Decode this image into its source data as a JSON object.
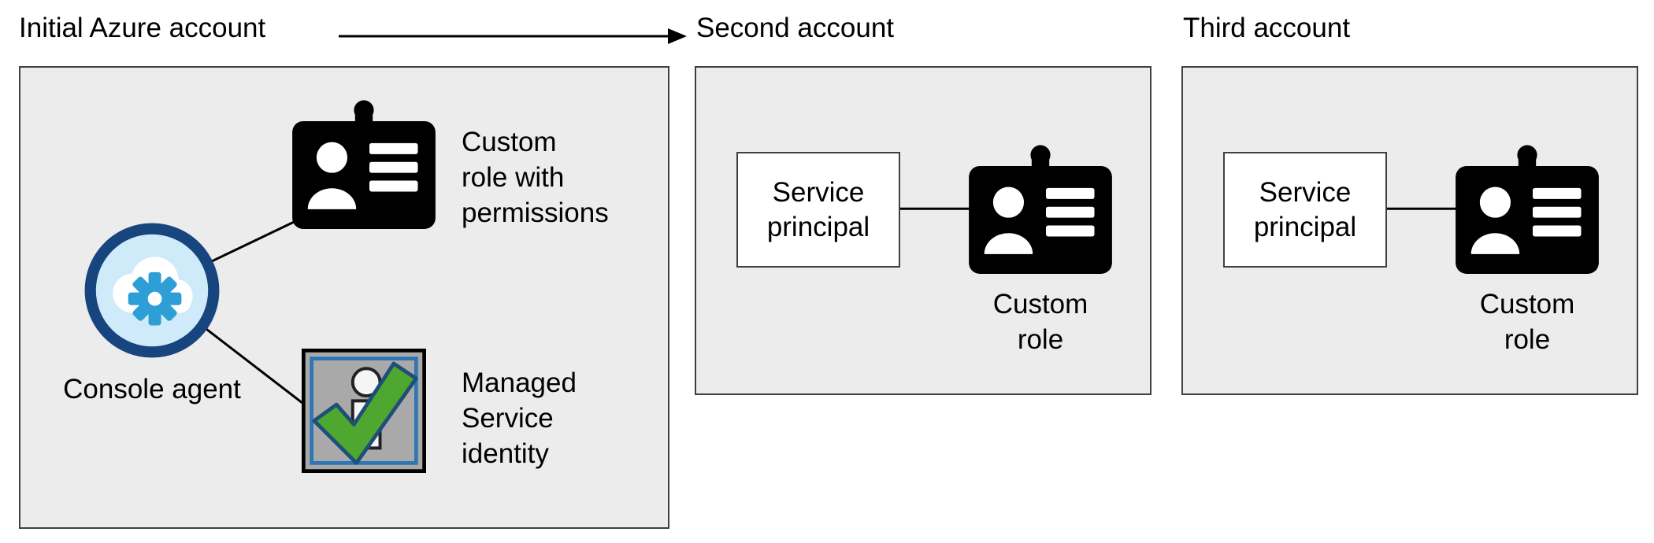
{
  "panels": {
    "initial": {
      "title": "Initial Azure account",
      "custom_role_label_lines": [
        "Custom",
        "role with",
        "permissions"
      ],
      "console_agent_label": "Console agent",
      "msi_label_lines": [
        "Managed",
        "Service",
        "identity"
      ]
    },
    "second": {
      "title": "Second account",
      "service_principal_lines": [
        "Service",
        "principal"
      ],
      "custom_role_lines": [
        "Custom",
        "role"
      ]
    },
    "third": {
      "title": "Third account",
      "service_principal_lines": [
        "Service",
        "principal"
      ],
      "custom_role_lines": [
        "Custom",
        "role"
      ]
    }
  },
  "icons": {
    "console_agent": "cloud-gear-icon",
    "custom_role": "id-badge-icon",
    "managed_identity": "person-checkmark-icon"
  },
  "colors": {
    "panel_bg": "#ececec",
    "panel_border": "#404040",
    "badge_black": "#000000",
    "agent_ring_blue": "#17457e",
    "agent_fill_blue": "#cfeaf8",
    "gear_blue": "#2e9fd6",
    "msi_gray": "#a9a9a9",
    "msi_border_blue": "#2e75b6",
    "check_green": "#4ea72e",
    "line_black": "#000000"
  }
}
